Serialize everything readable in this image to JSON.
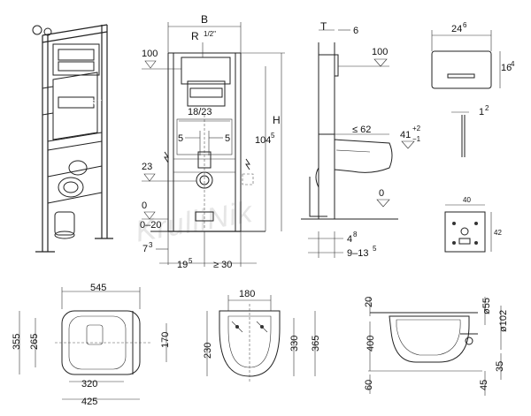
{
  "frame_view": {
    "label_B": "B",
    "label_R": "R",
    "label_R_inch": "1/2\"",
    "label_18_23": "18/23",
    "label_5_left": "5",
    "label_5_right": "5",
    "label_100": "100",
    "label_23": "23",
    "label_0": "0",
    "label_0_20": "0–20",
    "label_7": "7",
    "label_7_sup": "3",
    "label_19": "19",
    "label_19_sup": "5",
    "label_ge30": "≥ 30",
    "label_H": "H",
    "label_104": "104",
    "label_104_sup": "5"
  },
  "side_view": {
    "label_T": "T",
    "label_6": "6",
    "label_100": "100",
    "label_le62": "≤ 62",
    "label_41": "41",
    "label_41_sup": "+2",
    "label_41_sub": "−1",
    "label_0": "0",
    "label_4": "4",
    "label_4_sup": "8",
    "label_9_13": "9–13",
    "label_9_13_sup": "5"
  },
  "flush_plate": {
    "label_24": "24",
    "label_24_sup": "6",
    "label_16": "16",
    "label_16_sup": "4",
    "label_1": "1",
    "label_1_sup": "2"
  },
  "square_panel": {
    "label_40": "40",
    "label_42": "42"
  },
  "top_view": {
    "label_545": "545",
    "label_355": "355",
    "label_265": "265",
    "label_170": "170",
    "label_320": "320",
    "label_425": "425"
  },
  "front_view": {
    "label_180": "180",
    "label_230": "230",
    "label_330": "330",
    "label_365": "365"
  },
  "profile_view": {
    "label_20": "20",
    "label_400": "400",
    "label_60": "60",
    "label_d55": "ø55",
    "label_d102": "ø102",
    "label_45": "45",
    "label_35": "35"
  },
  "watermark": "KrulliNik"
}
